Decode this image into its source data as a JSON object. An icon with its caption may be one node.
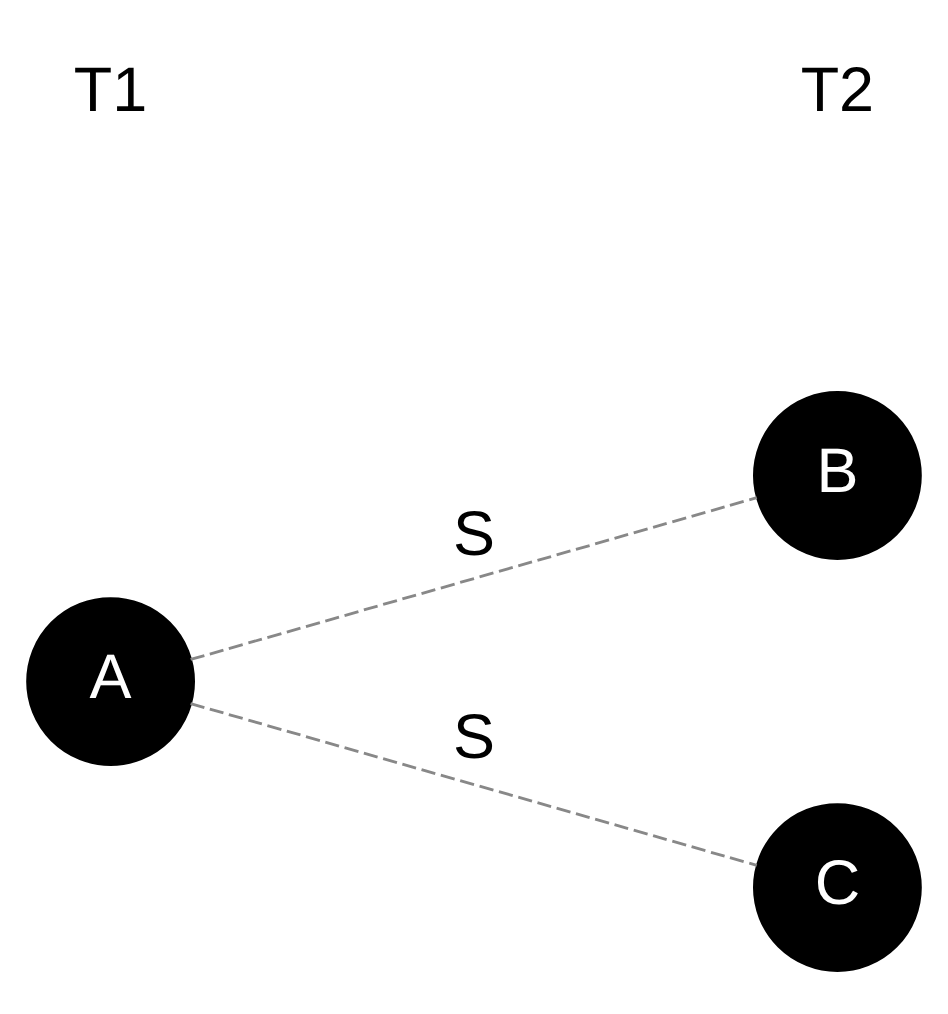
{
  "diagram": {
    "nodes": [
      {
        "text": [
          "A"
        ]
      },
      {
        "text": [
          "B"
        ]
      },
      {
        "text": [
          "C"
        ]
      }
    ],
    "edges": [
      {
        "from": 0,
        "to": 1,
        "arrow": "none",
        "label": "S",
        "style": "dashed"
      },
      {
        "from": 0,
        "to": 2,
        "arrow": "none",
        "label": "S",
        "style": "dashed"
      }
    ],
    "labels": [
      "T1",
      "T2"
    ]
  }
}
